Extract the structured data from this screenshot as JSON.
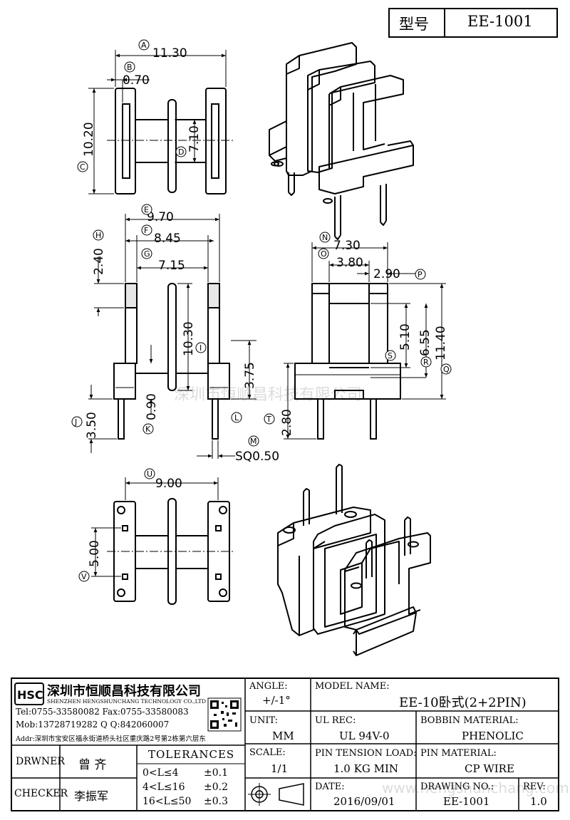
{
  "header": {
    "type_label": "型号",
    "part_number": "EE-1001"
  },
  "dimensions": {
    "A": "11.30",
    "B": "0.70",
    "C": "10.20",
    "D": "7.10",
    "E": "9.70",
    "F": "8.45",
    "G": "7.15",
    "H": "2.40",
    "I": "10.30",
    "J": "3.50",
    "K": "0.90",
    "L": "3.75",
    "M": "SQ0.50",
    "N": "7.30",
    "O": "3.80",
    "P": "2.90",
    "S": "5.10",
    "R": "6.55",
    "Q": "11.40",
    "T": "2.80",
    "U": "9.00",
    "V": "5.00"
  },
  "markers": [
    "A",
    "B",
    "C",
    "D",
    "E",
    "F",
    "G",
    "H",
    "I",
    "J",
    "K",
    "L",
    "M",
    "N",
    "O",
    "P",
    "Q",
    "R",
    "S",
    "T",
    "U",
    "V"
  ],
  "watermarks": {
    "center": "深圳市恒顺昌科技有限公司",
    "bottom": "www.hengshunchang.com"
  },
  "company": {
    "logo": "HSC",
    "name_cn": "深圳市恒顺昌科技有限公司",
    "name_en": "SHENZHEN HENGSHUNCHANG TECHNOLOGY CO.,LTD",
    "tel_fax": "Tel:0755-33580082 Fax:0755-33580083",
    "mob_qq": "Mob:13728719282      Q  Q:842060007",
    "addr": "Addr:深圳市宝安区福永街道桥头社区重庆路2号第2栋第六层东"
  },
  "people": {
    "drawer_label": "DRWNER",
    "drawer": "曾 齐",
    "checker_label": "CHECKER",
    "checker": "李振军"
  },
  "tolerances": {
    "title": "TOLERANCES",
    "rows": [
      {
        "range": "0<L≤4",
        "tol": "±0.1"
      },
      {
        "range": "4<L≤16",
        "tol": "±0.2"
      },
      {
        "range": "16<L≤50",
        "tol": "±0.3"
      }
    ]
  },
  "fields": {
    "angle_label": "ANGLE:",
    "angle": "+/-1°",
    "unit_label": "UNIT:",
    "unit": "MM",
    "scale_label": "SCALE:",
    "scale": "1/1",
    "model_label": "MODEL NAME:",
    "model": "EE-10卧式(2+2PIN)",
    "ulrec_label": "UL REC:",
    "ulrec": "UL 94V-0",
    "bobbin_label": "BOBBIN MATERIAL:",
    "bobbin": "PHENOLIC",
    "tension_label": "PIN TENSION LOAD:",
    "tension": "1.0 KG MIN",
    "pinmat_label": "PIN MATERIAL:",
    "pinmat": "CP WIRE",
    "date_label": "DATE:",
    "date": "2016/09/01",
    "drawno_label": "DRAWING NO.:",
    "drawno": "EE-1001",
    "rev_label": "REV:",
    "rev": "1.0"
  }
}
